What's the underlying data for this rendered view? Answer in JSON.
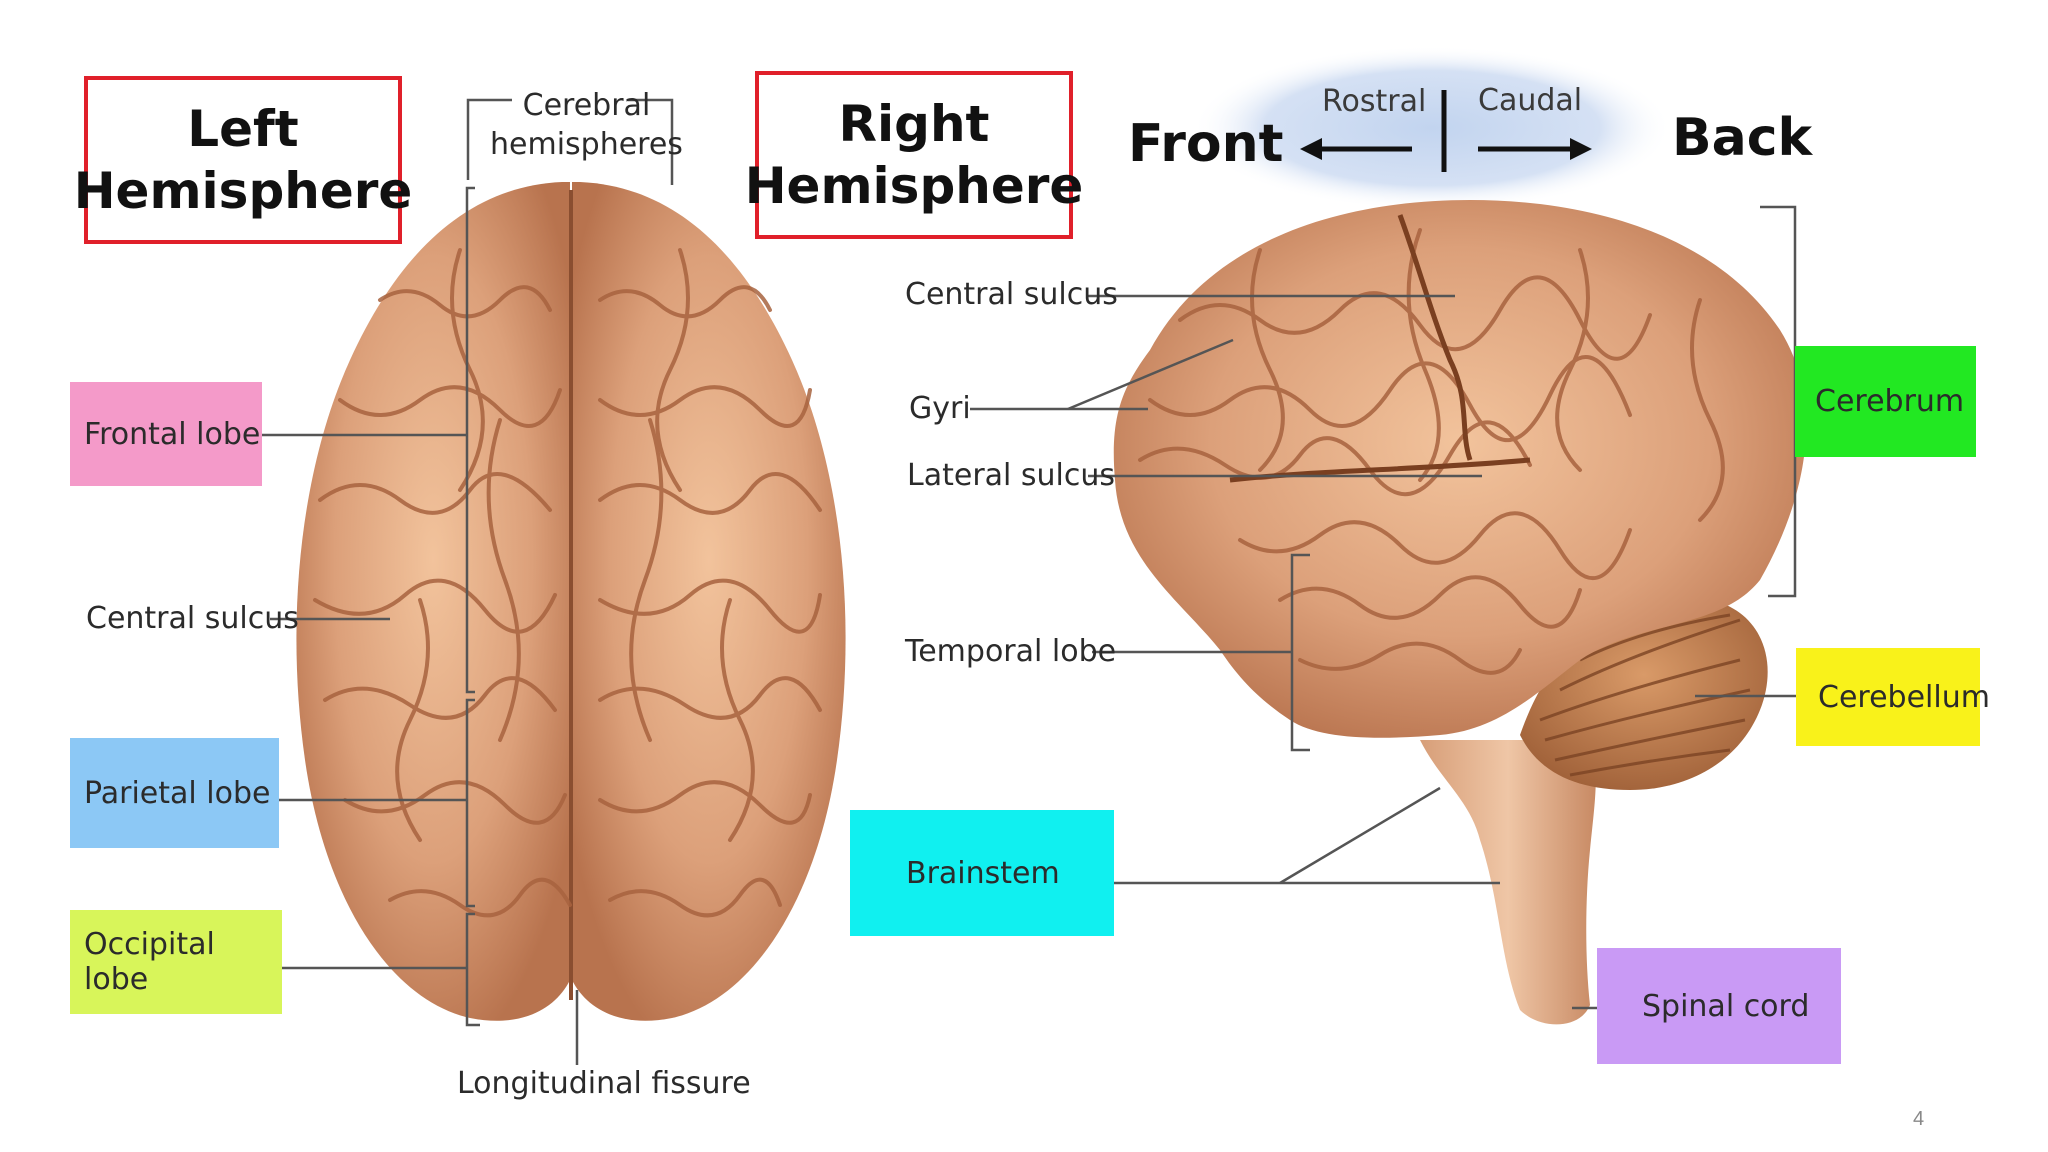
{
  "titles": {
    "left": [
      "Left",
      "Hemisphere"
    ],
    "right": [
      "Right",
      "Hemisphere"
    ]
  },
  "direction": {
    "front": "Front",
    "back": "Back",
    "rostral": "Rostral",
    "caudal": "Caudal"
  },
  "top_view": {
    "cerebral_hemispheres": [
      "Cerebral",
      "hemispheres"
    ],
    "frontal_lobe": "Frontal lobe",
    "central_sulcus": "Central sulcus",
    "parietal_lobe": "Parietal lobe",
    "occipital_lobe": "Occipital lobe",
    "longitudinal_fissure": "Longitudinal fissure"
  },
  "side_view": {
    "central_sulcus": "Central sulcus",
    "gyri": "Gyri",
    "lateral_sulcus": "Lateral sulcus",
    "temporal_lobe": "Temporal lobe",
    "cerebrum": "Cerebrum",
    "cerebellum": "Cerebellum",
    "brainstem": "Brainstem",
    "spinal_cord": "Spinal cord"
  },
  "label_colors": {
    "frontal_lobe": "#f49ac9",
    "parietal_lobe": "#8cc8f5",
    "occipital_lobe": "#d8f55a",
    "cerebrum": "#22e822",
    "cerebellum": "#f9f21a",
    "brainstem": "#10f0f0",
    "spinal_cord": "#c99af5"
  },
  "page_number": "4"
}
